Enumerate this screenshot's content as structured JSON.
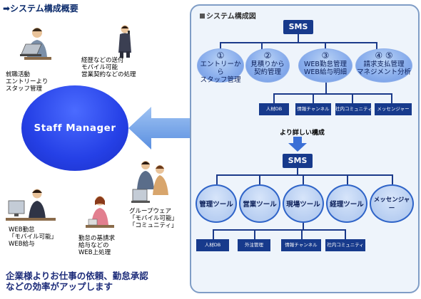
{
  "title": "➡システム構成概要",
  "left": {
    "hub_label": "Staff Manager",
    "callouts": [
      [
        "就職活動",
        "エントリーより",
        "スタッフ管理"
      ],
      [
        "経歴などの送付",
        "モバイル可能",
        "営業契約などの処理"
      ],
      [
        "グループウェア",
        "「モバイル可能」",
        "「コミュニティ」"
      ],
      [
        "WEB勤怠",
        "「モバイル可能」",
        "WEB給与"
      ],
      [
        "勤怠の基請求",
        "給与などの",
        "WEB上処理"
      ]
    ]
  },
  "bottom_text": [
    "企業様よりお仕事の依頼、勤怠承認",
    "などの効率がアップします"
  ],
  "panel": {
    "title": "システム構成図",
    "sms_top": "SMS",
    "functions": [
      {
        "num": "①",
        "lines": [
          "エントリーから",
          "スタッフ管理"
        ]
      },
      {
        "num": "②",
        "lines": [
          "見積りから",
          "契約管理"
        ]
      },
      {
        "num": "③",
        "lines": [
          "WEB勤怠管理",
          "WEB給与明細"
        ]
      },
      {
        "num": "④ ⑤",
        "lines": [
          "請求支払管理",
          "マネジメント分析"
        ]
      }
    ],
    "top_modules": [
      "人材DB",
      "情報チャンネル",
      "社内コミュニティ",
      "メッセンジャー"
    ],
    "detail_label": "より詳しい構成",
    "sms_bottom": "SMS",
    "tools": [
      "管理ツール",
      "営業ツール",
      "現場ツール",
      "経理ツール",
      "メッセンジャー"
    ],
    "bottom_modules": [
      "人材DB",
      "外注管理",
      "情報チャンネル",
      "社内コミュニティ"
    ]
  }
}
